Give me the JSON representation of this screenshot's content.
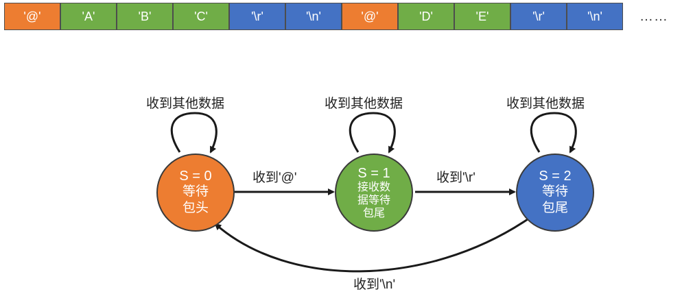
{
  "sequence": {
    "cells": [
      {
        "text": "'@'",
        "color": "#ed7d31"
      },
      {
        "text": "'A'",
        "color": "#70ad47"
      },
      {
        "text": "'B'",
        "color": "#70ad47"
      },
      {
        "text": "'C'",
        "color": "#70ad47"
      },
      {
        "text": "'\\r'",
        "color": "#4472c4"
      },
      {
        "text": "'\\n'",
        "color": "#4472c4"
      },
      {
        "text": "'@'",
        "color": "#ed7d31"
      },
      {
        "text": "'D'",
        "color": "#70ad47"
      },
      {
        "text": "'E'",
        "color": "#70ad47"
      },
      {
        "text": "'\\r'",
        "color": "#4472c4"
      },
      {
        "text": "'\\n'",
        "color": "#4472c4"
      }
    ],
    "ellipsis": "……"
  },
  "states": [
    {
      "title": "S = 0",
      "desc": [
        "等待",
        "包头"
      ],
      "color": "#ed7d31"
    },
    {
      "title": "S = 1",
      "desc": [
        "接收数",
        "据等待",
        "包尾"
      ],
      "color": "#70ad47"
    },
    {
      "title": "S = 2",
      "desc": [
        "等待",
        "包尾"
      ],
      "color": "#4472c4"
    }
  ],
  "transitions": {
    "self_loop_labels": [
      "收到其他数据",
      "收到其他数据",
      "收到其他数据"
    ],
    "s0_to_s1": "收到'@'",
    "s1_to_s2": "收到'\\r'",
    "s2_to_s0": "收到'\\n'"
  }
}
